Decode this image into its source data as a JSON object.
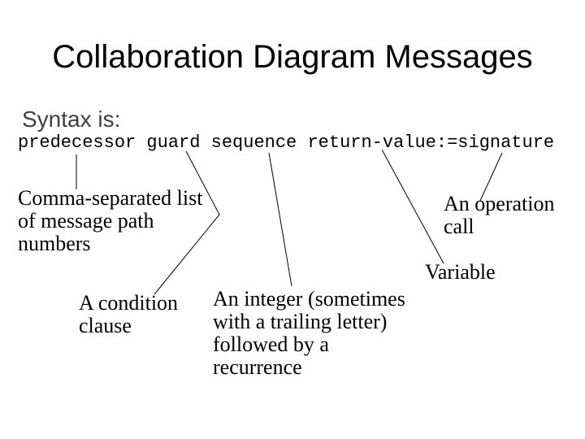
{
  "colors": {
    "background": "#ffffff",
    "title_text": "#000000",
    "subtitle_text": "#404040",
    "body_text": "#000000",
    "connector_line": "#000000"
  },
  "slide": {
    "title": "Collaboration Diagram Messages",
    "subtitle": "Syntax is:",
    "syntax_line": "predecessor guard sequence return-value:=signature",
    "callouts": [
      {
        "points_to": "predecessor",
        "label": "Comma-separated list\nof message path\nnumbers"
      },
      {
        "points_to": "guard",
        "label": "A condition\nclause"
      },
      {
        "points_to": "sequence",
        "label": "An integer (sometimes\nwith a trailing letter)\nfollowed by a\nrecurrence"
      },
      {
        "points_to": "return-value",
        "label": "Variable"
      },
      {
        "points_to": "signature",
        "label": "An operation\ncall"
      }
    ]
  }
}
